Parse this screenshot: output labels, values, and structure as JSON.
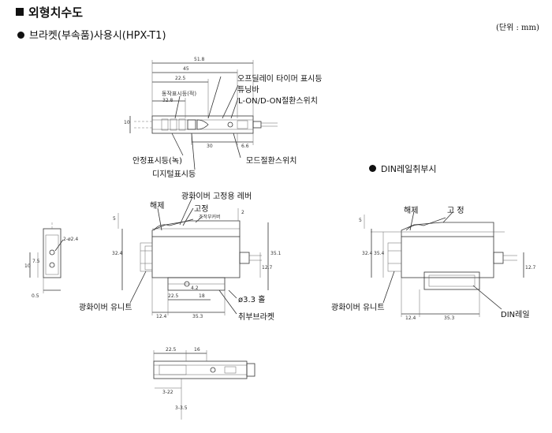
{
  "heading": "외형치수도",
  "subheading": "브라켓(부속품)사용시(HPX-T1)",
  "unit_note": "(단위 : mm)",
  "din_heading": "DIN레일취부시",
  "top_view": {
    "labels": {
      "off_delay": "오프딜레이 타이머 표시등",
      "tuning_bar": "튜닝바",
      "lon_don": "L-ON/D-ON절환스위치",
      "stable_led": "안정표시등(녹)",
      "digital_led": "디지털표시등",
      "mode_switch": "모드절환스위치",
      "operation_led": "동작표시등(적)"
    },
    "dims": {
      "d1": "51.8",
      "d2": "45",
      "d3": "22.5",
      "d4": "32.8",
      "d5": "30",
      "d6": "6.6",
      "d7": "10"
    }
  },
  "side_view": {
    "labels": {
      "release": "해제",
      "fiber_lever": "광화이버 고정용 레버",
      "fix": "고정",
      "adjust": "조작부커버",
      "fiber_unit": "광화이버 유니트",
      "hole": "ø3.3 홀",
      "bracket": "취부브라켓"
    },
    "dims": {
      "d1": "22.5",
      "d2": "18",
      "d3": "12.4",
      "d4": "35.3",
      "d5": "32.4",
      "d6": "35.1",
      "d7": "12.7",
      "d8": "4.2",
      "d9": "5",
      "d10": "2"
    }
  },
  "end_view": {
    "dims": {
      "d1": "2-ø2.4",
      "d2": "10",
      "d3": "7.5",
      "d4": "0.5"
    }
  },
  "din_view": {
    "labels": {
      "release": "해제",
      "fix": "고 정",
      "fiber_unit": "광화이버 유니트",
      "din_rail": "DIN레일"
    },
    "dims": {
      "d1": "12.4",
      "d2": "35.3",
      "d3": "32.4",
      "d4": "35.4",
      "d5": "12.7",
      "d6": "5"
    }
  },
  "bottom_view": {
    "dims": {
      "d1": "22.5",
      "d2": "16",
      "d3": "3-22",
      "d4": "3-3.5"
    }
  }
}
